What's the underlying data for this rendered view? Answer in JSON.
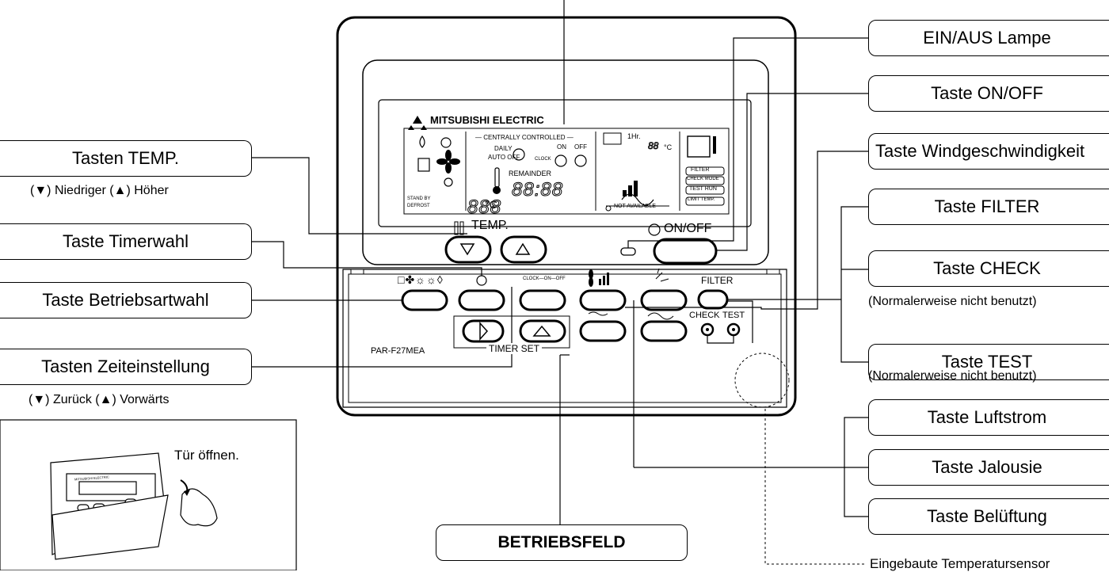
{
  "callouts": {
    "left": {
      "temp": "Tasten TEMP.",
      "temp_note": "(▼) Niedriger (▲) Höher",
      "timer_select": "Taste Timerwahl",
      "mode": "Taste Betriebsartwahl",
      "time_set": "Tasten Zeiteinstellung",
      "time_set_note": "(▼) Zurück  (▲) Vorwärts"
    },
    "right": {
      "lamp": "EIN/AUS Lampe",
      "onoff": "Taste ON/OFF",
      "fan_speed": "Taste Windgeschwindigkeit",
      "filter": "Taste FILTER",
      "check": "Taste CHECK",
      "check_note": "(Normalerweise nicht benutzt)",
      "test": "Taste TEST",
      "test_note": "(Normalerweise nicht benutzt)",
      "airflow": "Taste Luftstrom",
      "louver": "Taste Jalousie",
      "ventilation": "Taste Belüftung",
      "sensor": "Eingebaute Temperatursensor"
    },
    "bottom": "BETRIEBSFELD"
  },
  "inset": {
    "caption": "Tür öffnen.",
    "brand": "MITSUBISHI ELECTRIC"
  },
  "device": {
    "brand": "MITSUBISHI ELECTRIC",
    "model": "PAR-F27MEA",
    "lcd": {
      "centrally": "— CENTRALLY CONTROLLED —",
      "daily": "DAILY",
      "auto_off": "AUTO OFF",
      "clock": "CLOCK",
      "on": "ON",
      "off": "OFF",
      "remainder": "REMAINDER",
      "stand_by": "STAND BY",
      "defrost": "DEFROST",
      "one_hr": "1Hr.",
      "filter": "FILTER",
      "check_mode": "CHECK MODE",
      "test_run": "TEST RUN",
      "limit_temp": "LIMIT TEMP.",
      "not_available": "NOT AVAILABLE",
      "celsius": "°C",
      "digits_big": "888",
      "digits_time": "88:88",
      "digits_small": "88"
    },
    "labels": {
      "temp": "TEMP.",
      "onoff": "ON/OFF",
      "filter": "FILTER",
      "check": "CHECK",
      "test": "TEST",
      "clock_on_off": "CLOCK—ON—OFF",
      "timer_set": "TIMER SET"
    }
  }
}
